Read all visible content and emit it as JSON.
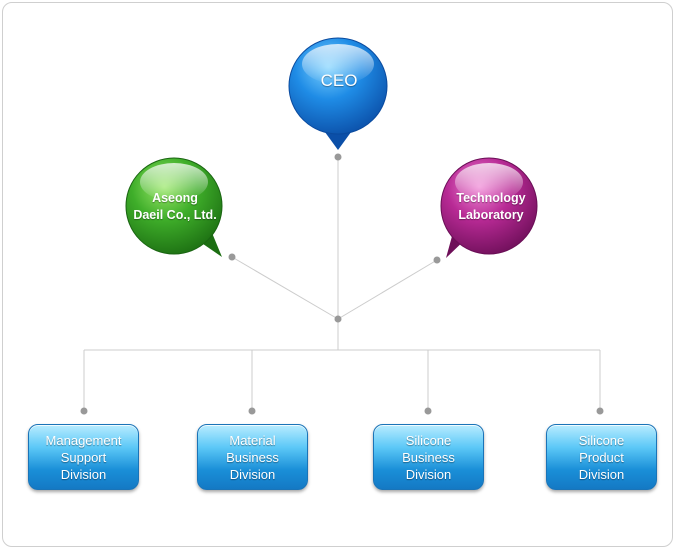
{
  "nodes": {
    "ceo": {
      "label": "CEO"
    },
    "aseong": {
      "label": "Aseong\nDaeil Co., Ltd."
    },
    "tech": {
      "label": "Technology\nLaboratory"
    }
  },
  "divisions": [
    {
      "label": "Management\nSupport\nDivision"
    },
    {
      "label": "Material\nBusiness\nDivision"
    },
    {
      "label": "Silicone\nBusiness\nDivision"
    },
    {
      "label": "Silicone\nProduct\nDivision"
    }
  ],
  "colors": {
    "ceo": "#1a6fd6",
    "aseong": "#3da82a",
    "tech": "#b0238f",
    "division": "#1a8fd8",
    "connector": "#cccccc",
    "dot": "#999999"
  }
}
